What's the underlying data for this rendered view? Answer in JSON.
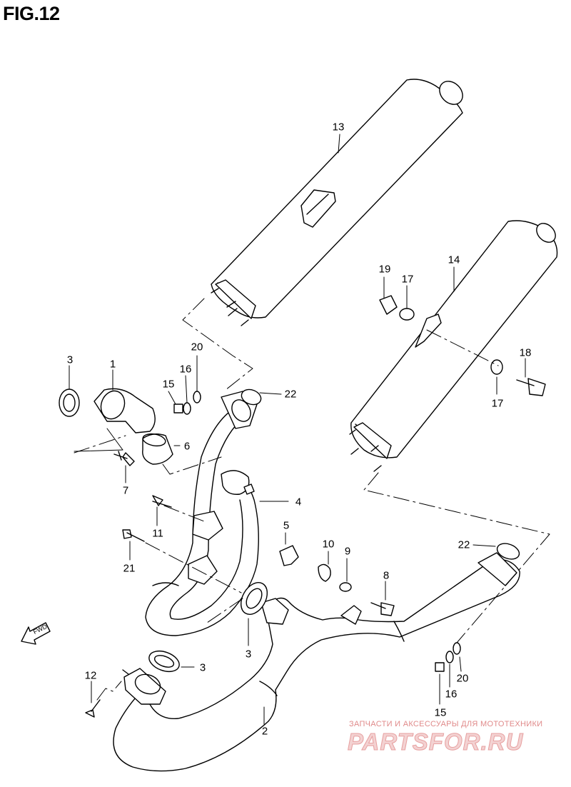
{
  "title": "FIG.12",
  "direction_label": "FWD",
  "watermark": {
    "caption": "ЗАПЧАСТИ И АКСЕССУАРЫ ДЛЯ МОТОТЕХНИКИ",
    "brand": "PARTSFOR.RU"
  },
  "callouts": {
    "c1": "1",
    "c2": "2",
    "c3a": "3",
    "c3b": "3",
    "c3c": "3",
    "c4": "4",
    "c5": "5",
    "c6": "6",
    "c7": "7",
    "c8": "8",
    "c9": "9",
    "c10": "10",
    "c11": "11",
    "c12": "12",
    "c13": "13",
    "c14": "14",
    "c15a": "15",
    "c15b": "15",
    "c16a": "16",
    "c16b": "16",
    "c17a": "17",
    "c17b": "17",
    "c18": "18",
    "c19": "19",
    "c20a": "20",
    "c20b": "20",
    "c21": "21",
    "c22a": "22",
    "c22b": "22"
  }
}
